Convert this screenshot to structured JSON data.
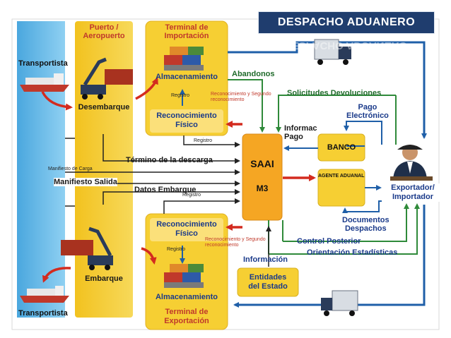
{
  "title": "DESPACHO ADUANERO",
  "colors": {
    "navy": "#1f3d6e",
    "yellow": "#f6cf33",
    "orange": "#f5a623",
    "blue": "#1f5fa8",
    "green": "#2f8a3a",
    "red": "#d32b1f",
    "sky": "#5bb4e6"
  },
  "icons": [
    "ship-icon",
    "crane-icon",
    "containers-icon",
    "truck-icon",
    "businessman-icon"
  ],
  "nodes": {
    "transportista_top": "Transportista",
    "transportista_bottom": "Transportista",
    "puerto": "Puerto /\nAeropuerto",
    "desembarque": "Desembarque",
    "embarque": "Embarque",
    "terminal_importacion": "Terminal de\nImportación",
    "almacenamiento_top": "Almacenamiento",
    "almacenamiento_bottom": "Almacenamiento",
    "reconocimiento_top": "Reconocimiento\nFísico",
    "reconocimiento_bottom": "Reconocimiento\nFísico",
    "terminal_exportacion": "Terminal de\nExportación",
    "saai": "SAAI",
    "m3": "M3",
    "banco": "BANCO",
    "agente": "AGENTE ADUANAL",
    "exportador": "Exportador/\nImportador",
    "entidades": "Entidades\ndel Estado"
  },
  "labels": {
    "abandonos": "Abandonos",
    "solicitudes": "Solicitudes Devoluciones",
    "pago_electronico": "Pago\nElectrónico",
    "informac_pago": "Informac\nPago",
    "termino": "Término de la descarga",
    "manifiesto_carga": "Manifiesto de Carga",
    "manifiesto_salida": "Manifiesto Salida",
    "datos_embarque": "Datos Embarque",
    "documentos": "Documentos\nDespachos",
    "control": "Control Posterior",
    "orientacion": "Orientación Estadísticas",
    "informacion": "Información",
    "registro_1": "Registro",
    "registro_2": "Registro",
    "registro_3": "Registro",
    "registro_4": "Registro",
    "reconocimiento_seg_top": "Reconocimiento y Segundo\nreconocimiento",
    "reconocimiento_seg_bottom": "Reconocimiento y Segundo\nreconocimiento"
  }
}
